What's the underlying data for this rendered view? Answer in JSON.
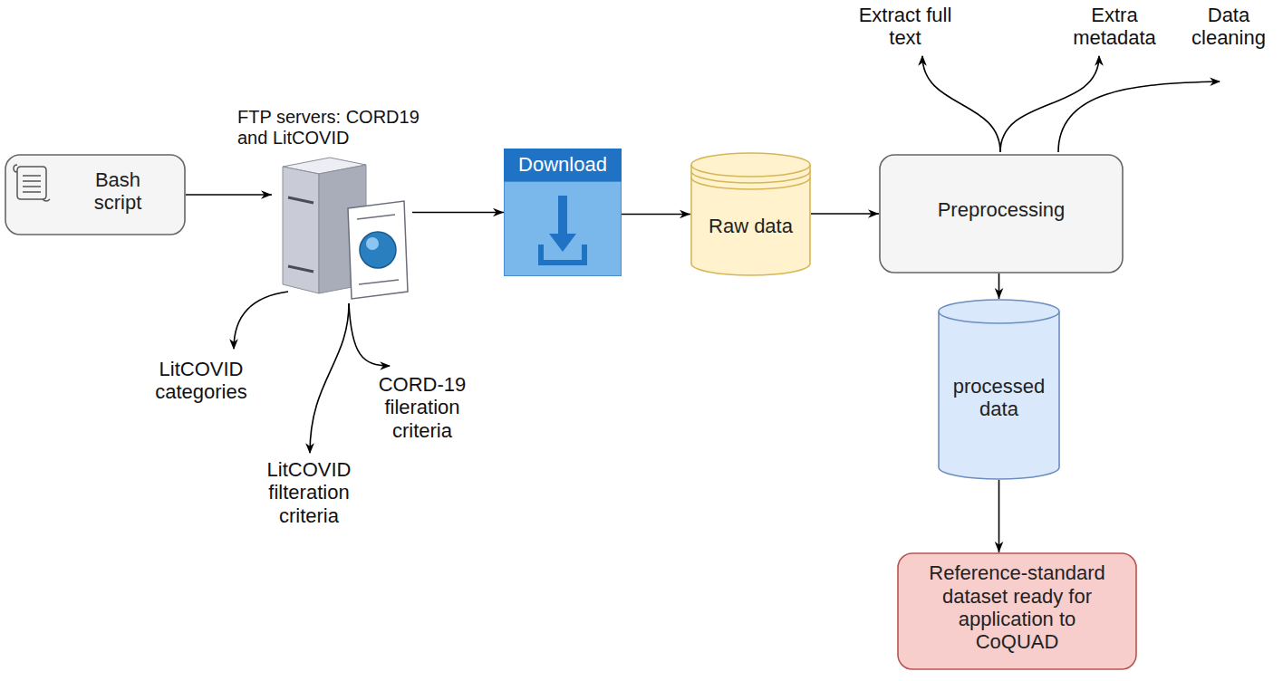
{
  "diagram": {
    "nodes": [
      {
        "text": [
          "Bash script"
        ]
      },
      {
        "text": [
          "FTP servers: CORD19 and LitCOVID"
        ]
      },
      {
        "text": [
          "Download"
        ]
      },
      {
        "text": [
          "Raw data"
        ]
      },
      {
        "text": [
          "Preprocessing"
        ]
      },
      {
        "text": [
          "processed data"
        ]
      },
      {
        "text": [
          "Reference-standard dataset ready for application to CoQUAD"
        ]
      }
    ],
    "edges": [
      {
        "from": 0,
        "to": 1,
        "arrow": "to"
      },
      {
        "from": 1,
        "to": 2,
        "arrow": "to"
      },
      {
        "from": 2,
        "to": 3,
        "arrow": "to"
      },
      {
        "from": 3,
        "to": 4,
        "arrow": "to"
      },
      {
        "from": 4,
        "to": 5,
        "arrow": "to"
      },
      {
        "from": 5,
        "to": 6,
        "arrow": "to"
      }
    ],
    "labels": [
      "LitCOVID categories",
      "LitCOVID filteration criteria",
      "CORD-19 fileration criteria",
      "Extract full text",
      "Extra metadata",
      "Data cleaning"
    ]
  }
}
